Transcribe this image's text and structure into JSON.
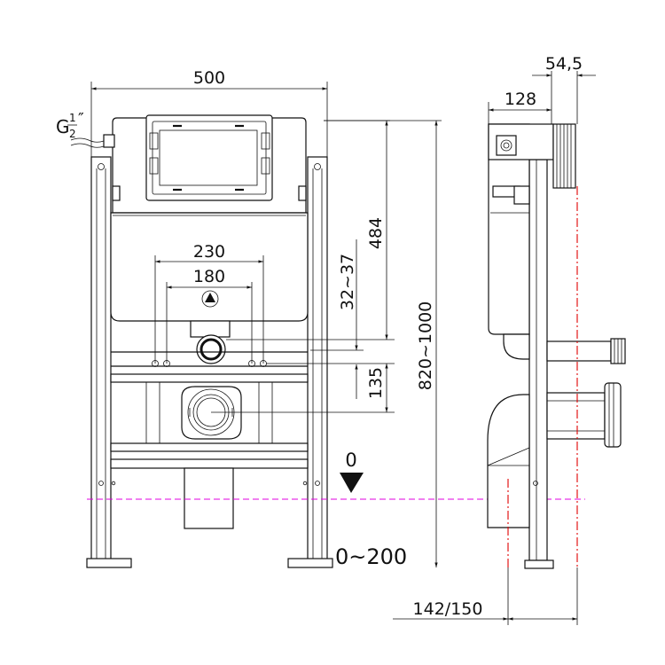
{
  "dimensions": {
    "width_total": "500",
    "outlet_spacing_outer": "230",
    "outlet_spacing_inner": "180",
    "height_484": "484",
    "range_32_37": "32~37",
    "height_135": "135",
    "height_range": "820~1000",
    "floor_range": "0~200",
    "zero_level": "0",
    "depth_128": "128",
    "depth_54_5": "54,5",
    "depth_142_150": "142/150"
  },
  "connection": {
    "thread_label": "G",
    "thread_fraction_num": "1",
    "thread_fraction_den": "2",
    "thread_suffix": "″"
  },
  "colors": {
    "line": "#111111",
    "floor_line": "#e000e0",
    "axis_line": "#e00000"
  }
}
